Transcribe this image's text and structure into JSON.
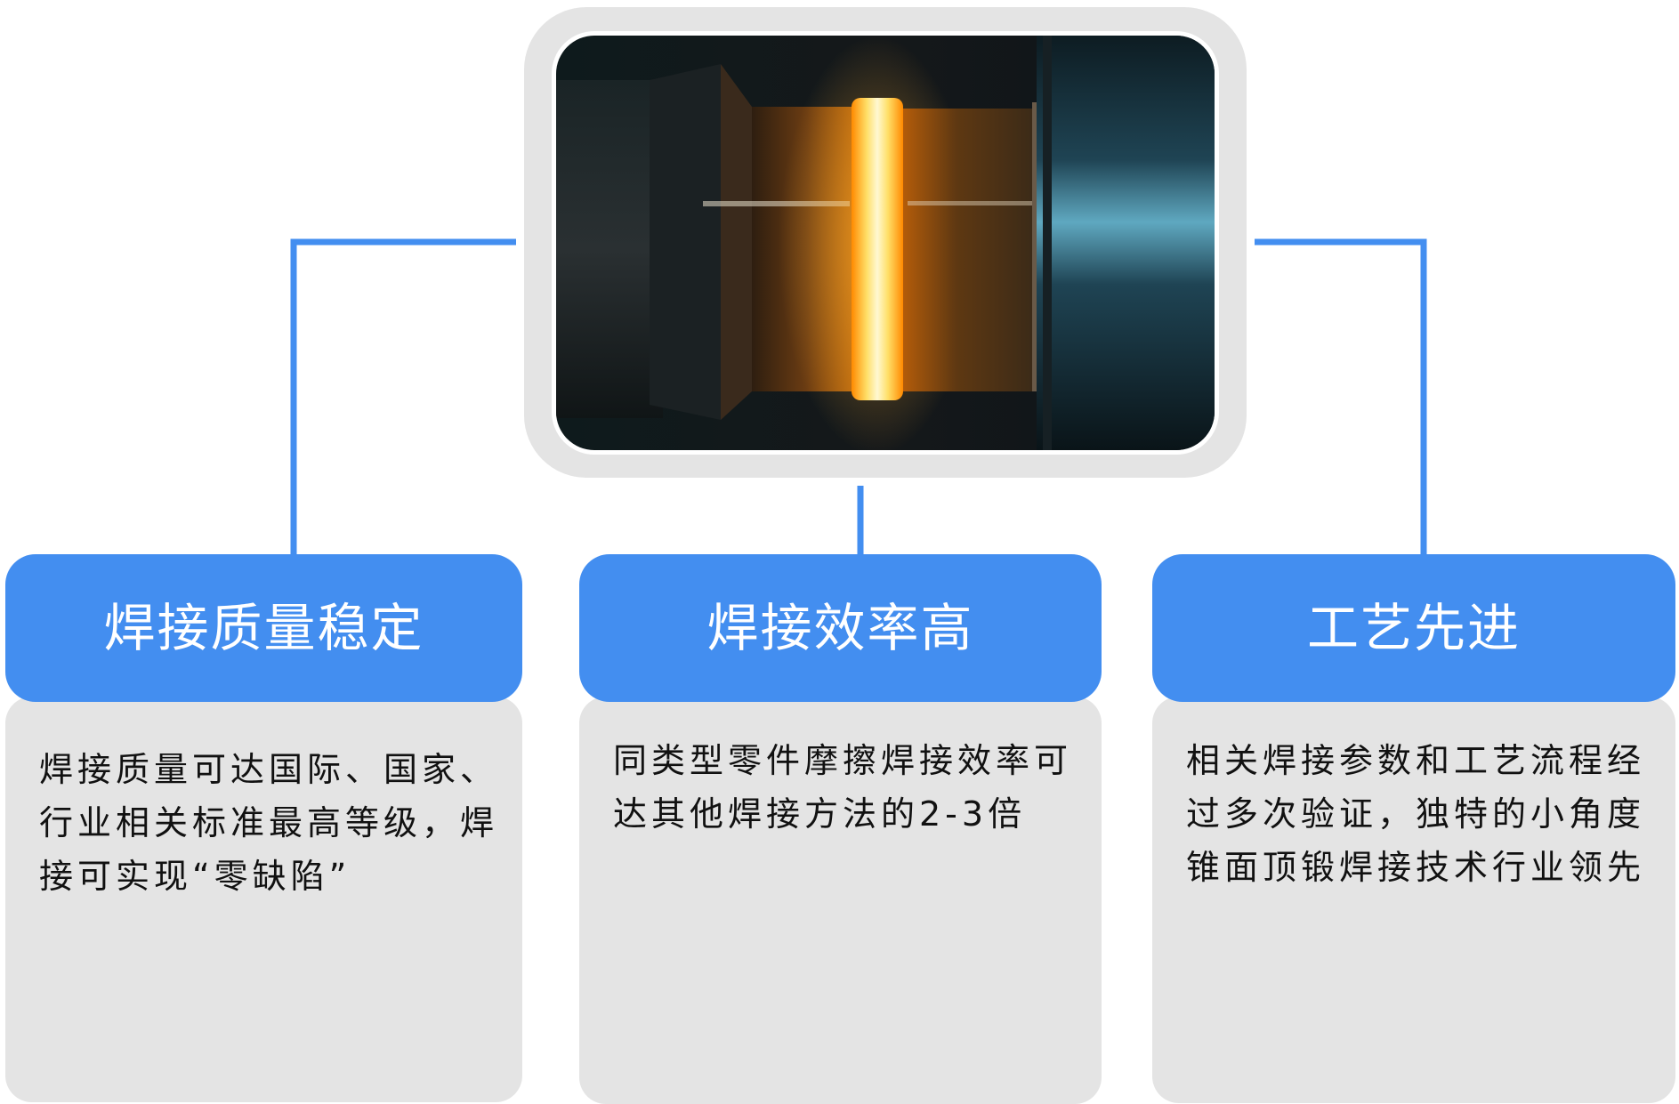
{
  "colors": {
    "accent": "#438ef0",
    "line": "#438ef0",
    "panel": "#e4e4e4",
    "text": "#111111"
  },
  "photo": {
    "semantic": "friction-welding-weld-glow-photo"
  },
  "cards": [
    {
      "title": "焊接质量稳定",
      "body": "焊接质量可达国际、国家、行业相关标准最高等级，焊接可实现“零缺陷”"
    },
    {
      "title": "焊接效率高",
      "body": "同类型零件摩擦焊接效率可达其他焊接方法的2-3倍"
    },
    {
      "title": "工艺先进",
      "body": "相关焊接参数和工艺流程经过多次验证，独特的小角度锥面顶锻焊接技术行业领先"
    }
  ]
}
